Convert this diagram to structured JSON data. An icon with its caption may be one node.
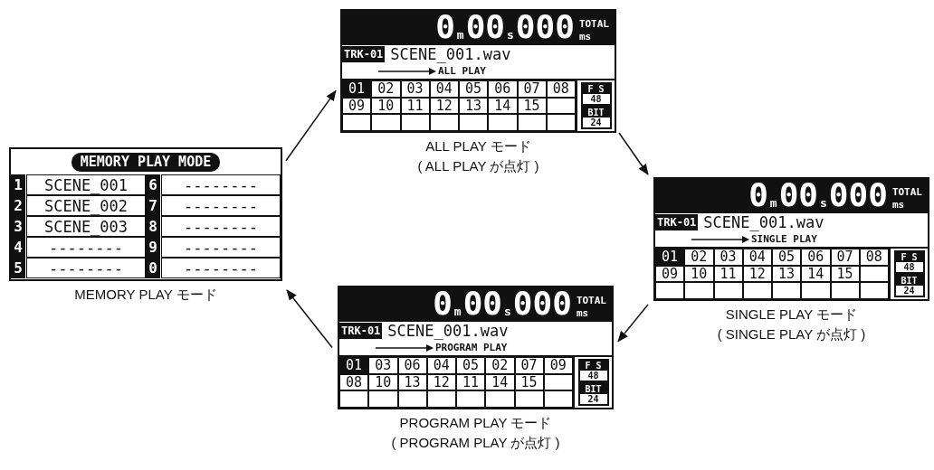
{
  "diagram": {
    "nodes": [
      {
        "text": [
          "MEMORY PLAY MODE",
          "1",
          "SCENE_001",
          "6",
          "--------",
          "2",
          "SCENE_002",
          "7",
          "--------",
          "3",
          "SCENE_003",
          "8",
          "--------",
          "4",
          "--------",
          "9",
          "--------",
          "5",
          "--------",
          "0",
          "--------"
        ],
        "beside": [
          "MEMORY PLAY モード"
        ]
      },
      {
        "text": [
          "0",
          "m",
          "00",
          "s",
          "000",
          "TOTAL",
          "ms",
          "TRK-01",
          "SCENE_001.wav",
          "ALL PLAY",
          "01",
          "02",
          "03",
          "04",
          "05",
          "06",
          "07",
          "08",
          "09",
          "10",
          "11",
          "12",
          "13",
          "14",
          "15",
          "F S",
          "48",
          "BIT",
          "24"
        ],
        "beside": [
          "ALL PLAY モード",
          "( ALL PLAY が点灯 )"
        ]
      },
      {
        "text": [
          "0",
          "m",
          "00",
          "s",
          "000",
          "TOTAL",
          "ms",
          "TRK-01",
          "SCENE_001.wav",
          "SINGLE PLAY",
          "01",
          "02",
          "03",
          "04",
          "05",
          "06",
          "07",
          "08",
          "09",
          "10",
          "11",
          "12",
          "13",
          "14",
          "15",
          "F S",
          "48",
          "BIT",
          "24"
        ],
        "beside": [
          "SINGLE PLAY モード",
          "( SINGLE PLAY が点灯 )"
        ]
      },
      {
        "text": [
          "0",
          "m",
          "00",
          "s",
          "000",
          "TOTAL",
          "ms",
          "TRK-01",
          "SCENE_001.wav",
          "PROGRAM PLAY",
          "01",
          "03",
          "06",
          "04",
          "05",
          "02",
          "07",
          "09",
          "08",
          "10",
          "13",
          "12",
          "11",
          "14",
          "15",
          "F S",
          "48",
          "BIT",
          "24"
        ],
        "beside": [
          "PROGRAM PLAY モード",
          "( PROGRAM PLAY が点灯 )"
        ]
      }
    ],
    "edges": [
      {
        "from": 0,
        "to": 1,
        "arrow": "to"
      },
      {
        "from": 1,
        "to": 2,
        "arrow": "to"
      },
      {
        "from": 2,
        "to": 3,
        "arrow": "to"
      },
      {
        "from": 3,
        "to": 0,
        "arrow": "to"
      }
    ]
  }
}
